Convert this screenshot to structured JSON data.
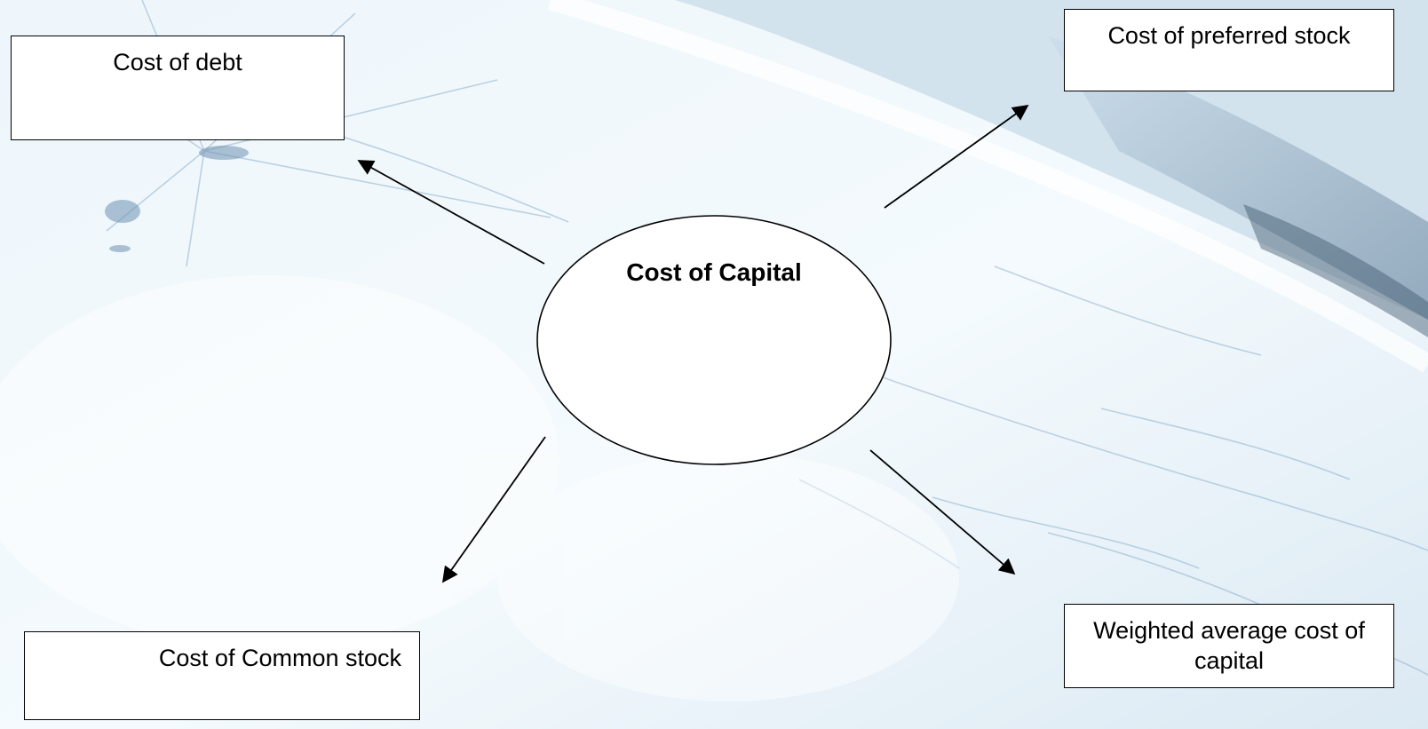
{
  "center": {
    "label": "Cost of Capital"
  },
  "nodes": {
    "debt": {
      "label": "Cost of debt"
    },
    "preferred": {
      "label": "Cost of preferred stock"
    },
    "common": {
      "label": "Cost of Common stock"
    },
    "wacc": {
      "label": "Weighted average cost of capital"
    }
  },
  "colors": {
    "background": "#f1f8fc",
    "map_tint": "#8fb2cf",
    "stroke": "#000000"
  }
}
